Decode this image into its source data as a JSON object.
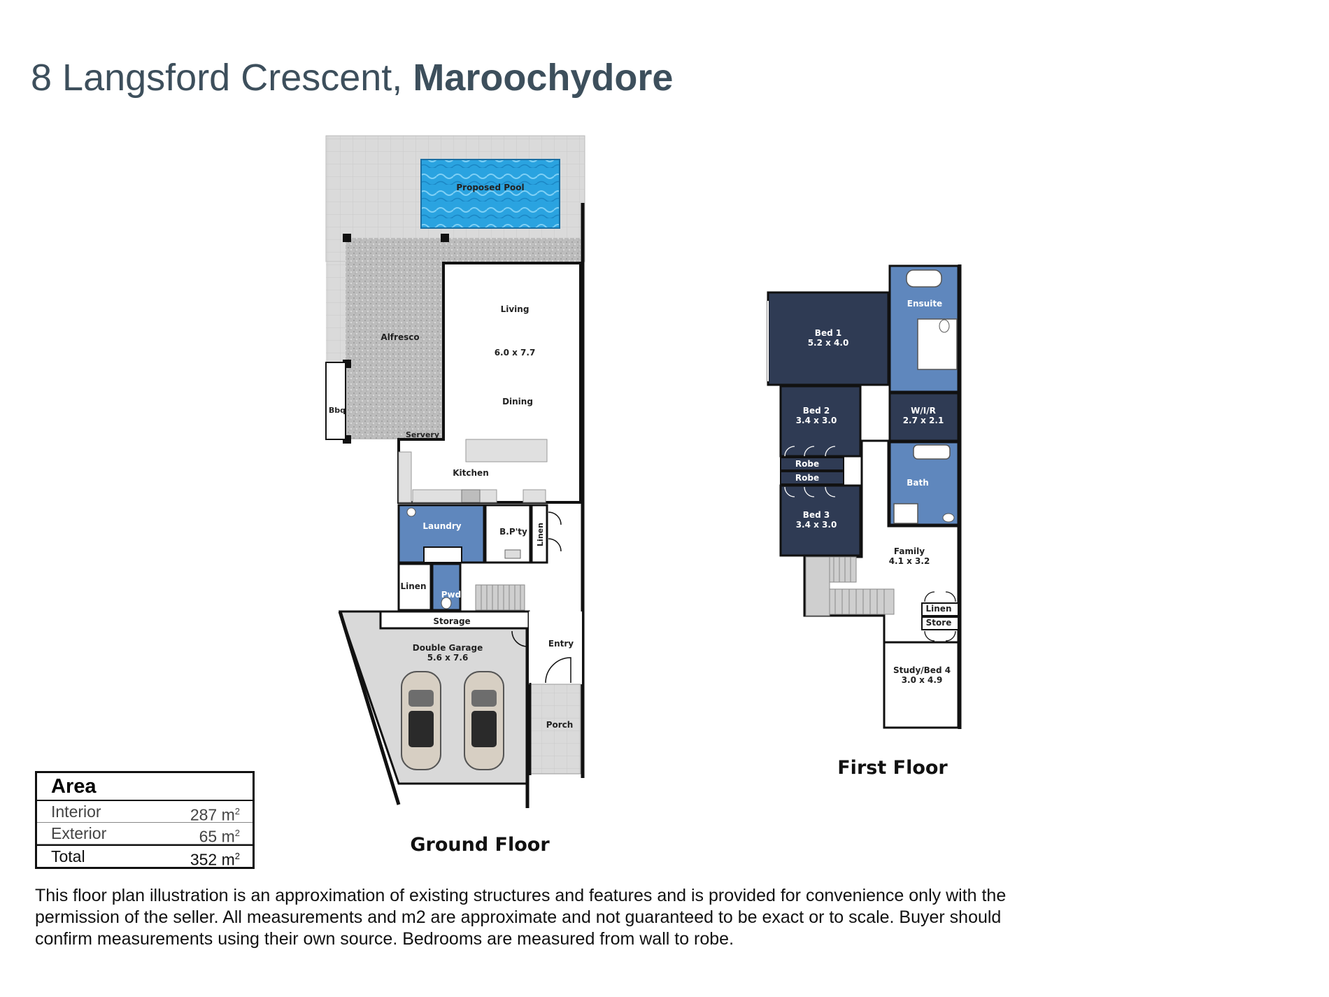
{
  "header": {
    "street": "8 Langsford Crescent,",
    "suburb": "Maroochydore"
  },
  "ground_floor": {
    "label": "Ground Floor",
    "rooms": {
      "pool": "Proposed Pool",
      "alfresco": "Alfresco",
      "bbq": "Bbq",
      "living": "Living",
      "living_dims": "6.0 x 7.7",
      "dining": "Dining",
      "servery": "Servery",
      "kitchen": "Kitchen",
      "laundry": "Laundry",
      "butlers_pantry": "B.P'ty",
      "linen_upper": "Linen",
      "linen_lower": "Linen",
      "powder": "Pwd",
      "storage": "Storage",
      "garage": "Double Garage",
      "garage_dims": "5.6 x 7.6",
      "entry": "Entry",
      "porch": "Porch"
    }
  },
  "first_floor": {
    "label": "First Floor",
    "rooms": {
      "ensuite": "Ensuite",
      "bed1": "Bed 1",
      "bed1_dims": "5.2 x 4.0",
      "bed2": "Bed 2",
      "bed2_dims": "3.4 x 3.0",
      "wir": "W/I/R",
      "wir_dims": "2.7 x 2.1",
      "robe1": "Robe",
      "robe2": "Robe",
      "bath": "Bath",
      "bed3": "Bed 3",
      "bed3_dims": "3.4 x 3.0",
      "family": "Family",
      "family_dims": "4.1 x 3.2",
      "linen": "Linen",
      "store": "Store",
      "study": "Study/Bed 4",
      "study_dims": "3.0 x 4.9"
    }
  },
  "area": {
    "title": "Area",
    "rows": [
      {
        "label": "Interior",
        "value": "287 m",
        "unit_sup": "2"
      },
      {
        "label": "Exterior",
        "value": "65 m",
        "unit_sup": "2"
      },
      {
        "label": "Total",
        "value": "352 m",
        "unit_sup": "2"
      }
    ]
  },
  "disclaimer": "This floor plan illustration is an approximation of existing structures and features and is provided for convenience only with the permission of the seller. All measurements and m2 are approximate and not guaranteed to be exact or to scale. Buyer should confirm measurements using their own source. Bedrooms are measured from wall to robe.",
  "colors": {
    "navy_room": "#2f3b54",
    "blue_wet": "#5f87bd",
    "pool": "#2aa3e0",
    "paving": "#d6d6d6",
    "alfresco": "#bfbfbf",
    "title": "#3d4f5c"
  }
}
